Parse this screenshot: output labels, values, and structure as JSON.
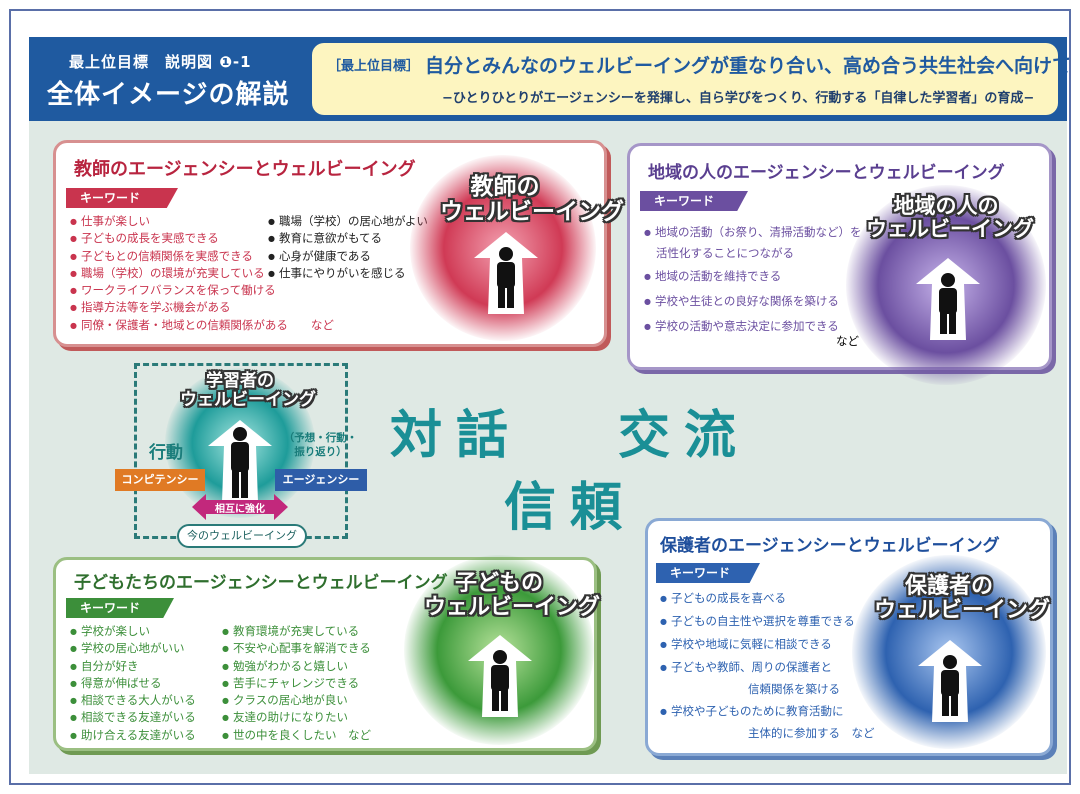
{
  "header": {
    "subtitle": "最上位目標　説明図 ❶-1",
    "title": "全体イメージの解説",
    "goal_tag": "［最上位目標］",
    "goal_main": "自分とみんなのウェルビーイングが重なり合い、高め合う共生社会へ向けて",
    "goal_desc": "−ひとりひとりがエージェンシーを発揮し、自ら学びをつくり、行動する「自律した学習者」の育成−"
  },
  "keyword_label": "キーワード",
  "teacher": {
    "title": "教師のエージェンシーとウェルビーイング",
    "badge": [
      "教師の",
      "ウェルビーイング"
    ],
    "col1": [
      "仕事が楽しい",
      "子どもの成長を実感できる",
      "子どもとの信頼関係を実感できる",
      "職場（学校）の環境が充実している",
      "ワークライフバランスを保って働ける",
      "指導方法等を学ぶ機会がある",
      "同僚・保護者・地域との信頼関係がある　　など"
    ],
    "col2": [
      "職場（学校）の居心地がよい",
      "教育に意欲がもてる",
      "心身が健康である",
      "仕事にやりがいを感じる"
    ],
    "color": "#c9344e"
  },
  "community": {
    "title": "地域の人のエージェンシーとウェルビーイング",
    "badge": [
      "地域の人の",
      "ウェルビーイング"
    ],
    "items": [
      "地域の活動（お祭り、清掃活動など）を",
      "地域の活動を維持できる",
      "学校や生徒との良好な関係を築ける",
      "学校の活動や意志決定に参加できる"
    ],
    "item1_cont": "活性化することにつながる",
    "suffix": "など",
    "color": "#6b4fa0"
  },
  "learner": {
    "badge": [
      "学習者の",
      "ウェルビーイング"
    ],
    "action": "行動",
    "cycle": "（予想・行動・振り返り）",
    "competency": "コンピテンシー",
    "agency": "エージェンシー",
    "mutual": "相互に強化",
    "current": "今のウェルビーイング"
  },
  "center_words": [
    "対話",
    "交流",
    "信頼"
  ],
  "children": {
    "title": "子どもたちのエージェンシーとウェルビーイング",
    "badge": [
      "子どもの",
      "ウェルビーイング"
    ],
    "col1": [
      "学校が楽しい",
      "学校の居心地がいい",
      "自分が好き",
      "得意が伸ばせる",
      "相談できる大人がいる",
      "相談できる友達がいる",
      "助け合える友達がいる"
    ],
    "col2": [
      "教育環境が充実している",
      "不安や心配事を解消できる",
      "勉強がわかると嬉しい",
      "苦手にチャレンジできる",
      "クラスの居心地が良い",
      "友達の助けになりたい",
      "世の中を良くしたい　など"
    ],
    "color": "#3c8f3a"
  },
  "parent": {
    "title": "保護者のエージェンシーとウェルビーイング",
    "badge": [
      "保護者の",
      "ウェルビーイング"
    ],
    "items": [
      "子どもの成長を喜べる",
      "子どもの自主性や選択を尊重できる",
      "学校や地域に気軽に相談できる",
      "子どもや教師、周りの保護者と",
      "学校や子どものために教育活動に"
    ],
    "item4_cont": "信頼関係を築ける",
    "item5_cont": "主体的に参加する　など",
    "color": "#2e62b0"
  }
}
